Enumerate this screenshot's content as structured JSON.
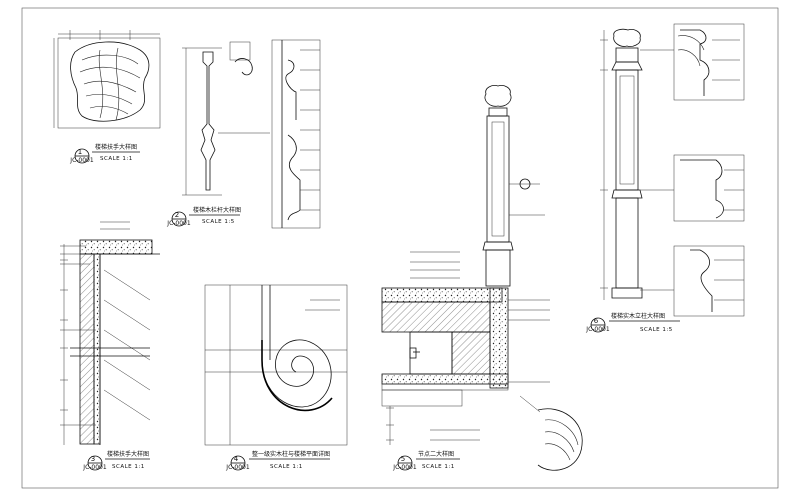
{
  "drawings": [
    {
      "id": "handrail",
      "number": "1",
      "title": "楼梯扶手大样图",
      "scale": "SCALE 1:1"
    },
    {
      "id": "baluster",
      "number": "2",
      "title": "楼梯木栏杆大样图",
      "scale": "SCALE 1:5"
    },
    {
      "id": "stair-section",
      "number": "3",
      "title": "楼梯扶手大样图",
      "scale": "SCALE 1:1"
    },
    {
      "id": "plan",
      "number": "4",
      "title": "整一级实木柱与楼梯平面详图",
      "scale": "SCALE 1:1"
    },
    {
      "id": "node",
      "number": "5",
      "title": "节点二大样图",
      "scale": "SCALE 1:1"
    },
    {
      "id": "newel",
      "number": "6",
      "title": "楼梯实木立柱大样图",
      "scale": "SCALE 1:5"
    }
  ]
}
